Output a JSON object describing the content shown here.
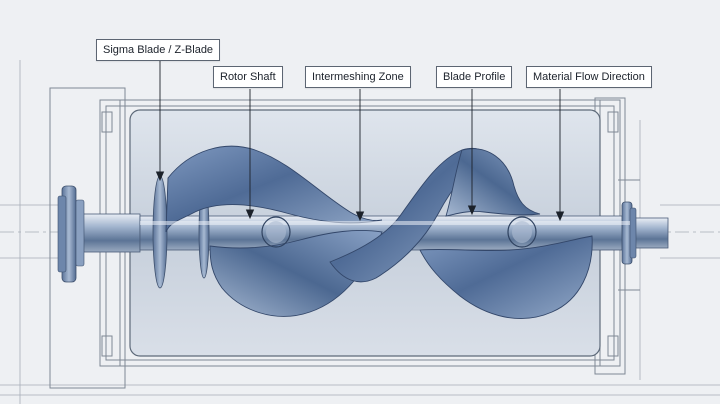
{
  "labels": {
    "sigma_blade": "Sigma Blade / Z-Blade",
    "rotor_shaft": "Rotor Shaft",
    "intermeshing_zone": "Intermeshing Zone",
    "blade_profile": "Blade Profile",
    "material_flow": "Material Flow Direction"
  },
  "colors": {
    "background": "#eef0f3",
    "trough_fill": "#c9d2de",
    "blade_steel": "#5d7aa6",
    "shaft_steel": "#8ea3c2",
    "line_drawing": "#7f8894",
    "leader_line": "#1c222b"
  }
}
